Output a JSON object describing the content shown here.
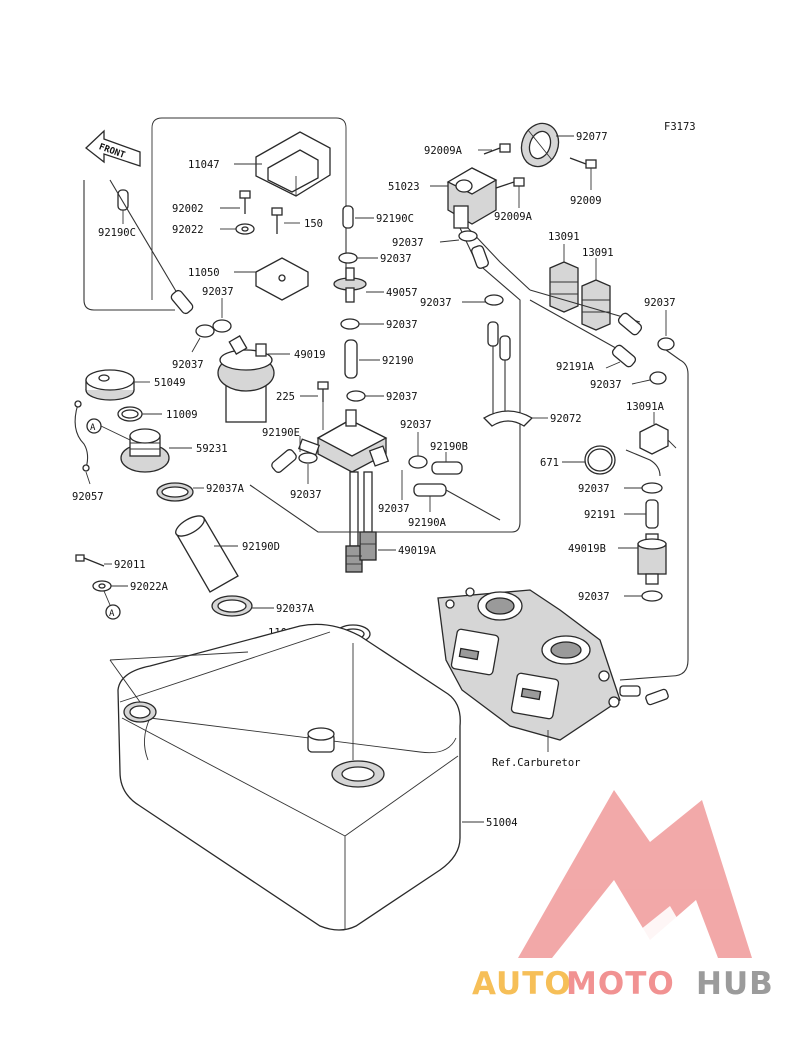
{
  "figure_code": "F3173",
  "front_label": "FRONT",
  "ref_note": "Ref.Carburetor",
  "markers": {
    "a1": "A",
    "a2": "A"
  },
  "watermark": {
    "auto": "AUTO",
    "moto": "MOTO",
    "hub": "HUB",
    "colors": {
      "auto": "#f5b43c",
      "moto": "#ef7f7f",
      "hub": "#8a8a8a"
    }
  },
  "parts": {
    "p11047": "11047",
    "p92002": "92002",
    "p92022": "92022",
    "p150": "150",
    "p11050": "11050",
    "p92190C_left": "92190C",
    "p92037_a": "92037",
    "p92037_b": "92037",
    "p49019": "49019",
    "p51049": "51049",
    "p11009": "11009",
    "p59231": "59231",
    "p92057": "92057",
    "p92037A_1": "92037A",
    "p92190D": "92190D",
    "p92011": "92011",
    "p92022A": "92022A",
    "p92037A_2": "92037A",
    "p11009A": "11009A",
    "p51004": "51004",
    "p92190C_mid": "92190C",
    "p92037_c": "92037",
    "p49057": "49057",
    "p92037_d": "92037",
    "p92190": "92190",
    "p225": "225",
    "p92037_e": "92037",
    "p92190E": "92190E",
    "p92037_f": "92037",
    "p92037_g": "92037",
    "p92190B": "92190B",
    "p92037_h": "92037",
    "p92190A": "92190A",
    "p49019A": "49019A",
    "p92009A_top": "92009A",
    "p92077": "92077",
    "p51023": "51023",
    "p92009": "92009",
    "p92009A_low": "92009A",
    "p92037_i": "92037",
    "p92037_j": "92037",
    "p92072": "92072",
    "p13091_a": "13091",
    "p13091_b": "13091",
    "p92037_k": "92037",
    "p92191A": "92191A",
    "p92037_l": "92037",
    "p13091A": "13091A",
    "p671": "671",
    "p92037_m": "92037",
    "p92191": "92191",
    "p49019B": "49019B",
    "p92037_n": "92037"
  }
}
